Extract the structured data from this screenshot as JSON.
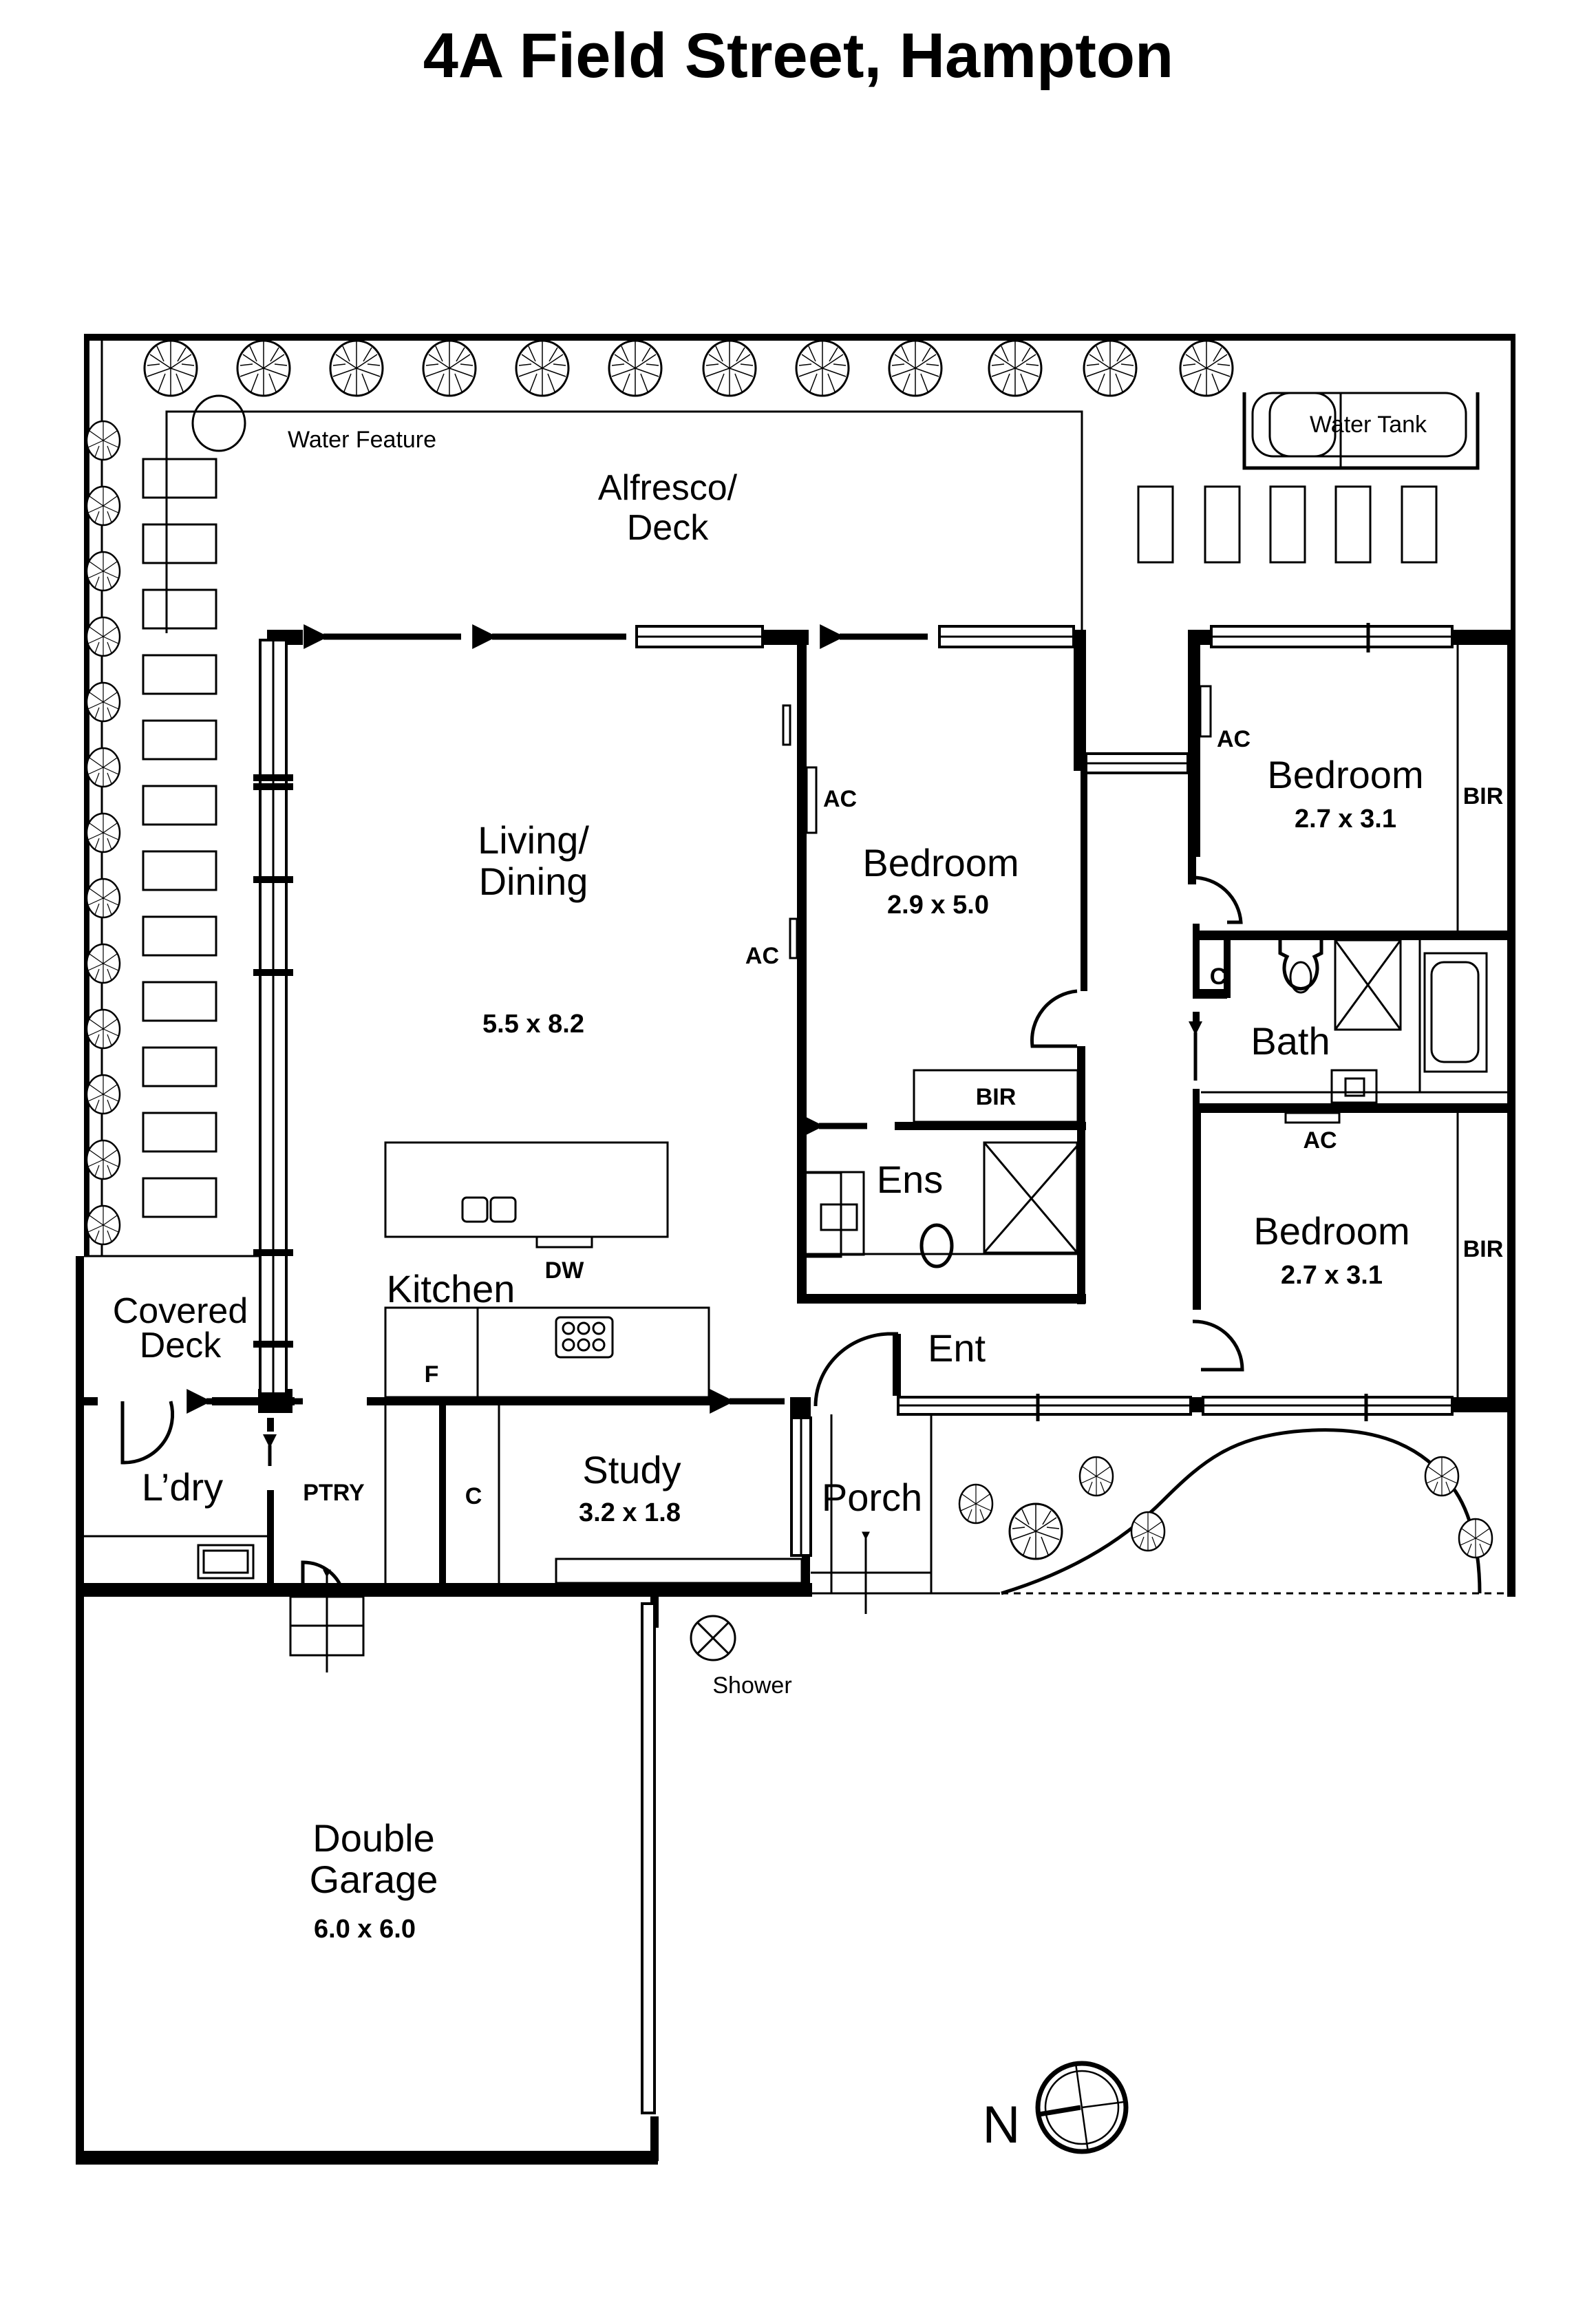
{
  "title": "4A Field Street, Hampton",
  "rooms": {
    "alfresco": {
      "line1": "Alfresco/",
      "line2": "Deck"
    },
    "water_feature": "Water Feature",
    "water_tank": "Water Tank",
    "living": {
      "line1": "Living/",
      "line2": "Dining",
      "dim": "5.5 x 8.2"
    },
    "kitchen": {
      "label": "Kitchen",
      "dw": "DW",
      "fridge": "F"
    },
    "bedroom_main": {
      "label": "Bedroom",
      "dim": "2.9 x 5.0",
      "bir": "BIR",
      "ac": "AC"
    },
    "ensuite": {
      "label": "Ens"
    },
    "bedroom_ne": {
      "label": "Bedroom",
      "dim": "2.7 x 3.1",
      "bir": "BIR",
      "ac": "AC"
    },
    "bath": {
      "label": "Bath",
      "cupboard": "C"
    },
    "bedroom_se": {
      "label": "Bedroom",
      "dim": "2.7 x 3.1",
      "bir": "BIR",
      "ac": "AC"
    },
    "living_ac": "AC",
    "covered_deck": {
      "line1": "Covered",
      "line2": "Deck"
    },
    "laundry": {
      "label": "L’dry"
    },
    "pantry": {
      "label": "PTRY"
    },
    "study": {
      "label": "Study",
      "dim": "3.2 x 1.8",
      "cupboard": "C"
    },
    "entry": {
      "label": "Ent"
    },
    "porch": {
      "label": "Porch"
    },
    "shower": {
      "label": "Shower"
    },
    "garage": {
      "line1": "Double",
      "line2": "Garage",
      "dim": "6.0 x 6.0"
    }
  },
  "compass": {
    "label": "N"
  }
}
